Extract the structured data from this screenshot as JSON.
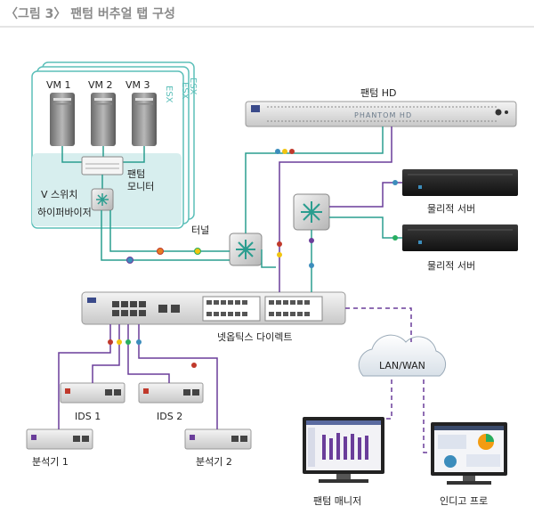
{
  "figure": {
    "title": "〈그림 3〉 팬텀 버추얼 탭 구성"
  },
  "hypervisor": {
    "vms": [
      "VM 1",
      "VM 2",
      "VM 3"
    ],
    "esx_labels": [
      "ESX",
      "ESX",
      "ESX"
    ],
    "monitor_label_line1": "팬텀",
    "monitor_label_line2": "모니터",
    "vswitch_label": "V 스위치",
    "hypervisor_label": "하이퍼바이저"
  },
  "tunnel_label": "터널",
  "phantom_hd": {
    "label": "팬텀 HD",
    "faceplate": "PHANTOM HD"
  },
  "servers": [
    "물리적 서버",
    "물리적 서버"
  ],
  "netoptics_label": "넷옵틱스 다이렉트",
  "lan_wan_label": "LAN/WAN",
  "ids": [
    "IDS 1",
    "IDS 2"
  ],
  "analyzers": [
    "분석기 1",
    "분석기 2"
  ],
  "phantom_manager_label": "팬텀 매니저",
  "indigo_label": "인디고 프로",
  "colors": {
    "teal": "#2a9d8f",
    "purple": "#6a3d9a",
    "lan_dash": "#6a3d9a",
    "esx_border": "#5bbfb9",
    "hypervisor_fill": "#d7eeee",
    "title_gray": "#8a8a8a"
  }
}
